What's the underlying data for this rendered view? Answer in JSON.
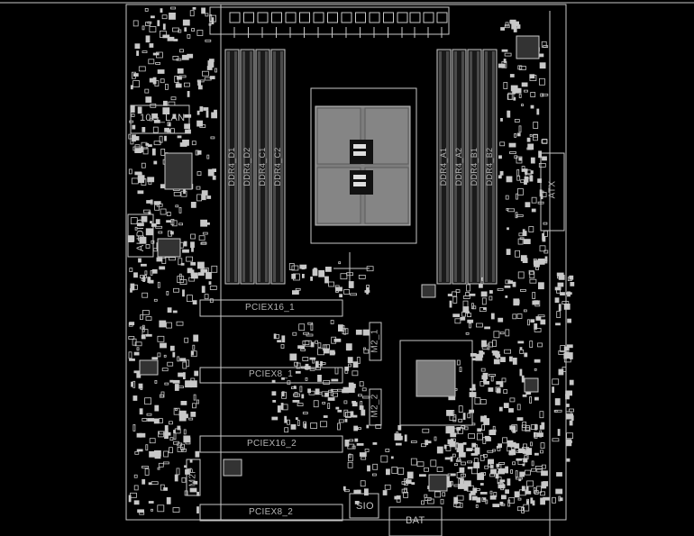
{
  "app": {
    "view": "boardview"
  },
  "labels": {
    "lan": "10G_LAN",
    "audio": "AUDIO",
    "dimm_left": [
      "DDR4_D1",
      "DDR4_D2",
      "DDR4_C1",
      "DDR4_C2"
    ],
    "dimm_right": [
      "DDR4_A1",
      "DDR4_A2",
      "DDR4_B1",
      "DDR4_B2"
    ],
    "atx": "ATX",
    "m2_1": "M2_1",
    "m2_2": "M2_2",
    "m2p": "M2P",
    "pcie16_1": "PCIEX16_1",
    "pcie8_1": "PCIEX8_1",
    "pcie16_2": "PCIEX16_2",
    "pcie8_2": "PCIEX8_2",
    "sio": "SIO",
    "bat": "BAT"
  },
  "colors": {
    "background": "#000000",
    "outline": "#c8c8c8",
    "silk": "#a8a8a8",
    "socket": "#8a8a8a"
  }
}
